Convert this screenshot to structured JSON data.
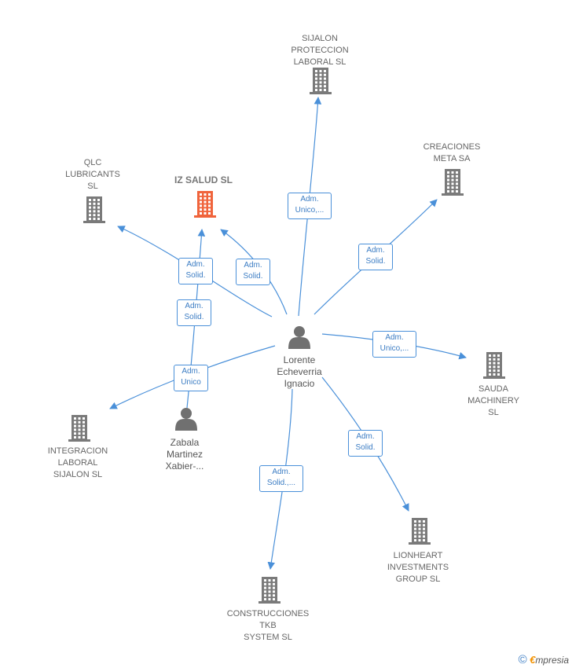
{
  "colors": {
    "edge": "#4a90d9",
    "company": "#7a7a7a",
    "main_company": "#f0643c",
    "person": "#707070"
  },
  "companies": [
    {
      "id": "sijalon-proteccion",
      "label": "SIJALON\nPROTECCION\nLABORAL  SL",
      "icon": "building-icon",
      "main": false
    },
    {
      "id": "creaciones-meta",
      "label": "CREACIONES\nMETA SA",
      "icon": "building-icon",
      "main": false
    },
    {
      "id": "qlc-lubricants",
      "label": "QLC\nLUBRICANTS\nSL",
      "icon": "building-icon",
      "main": false
    },
    {
      "id": "iz-salud",
      "label": "IZ SALUD  SL",
      "icon": "building-icon",
      "main": true
    },
    {
      "id": "sauda-machinery",
      "label": "SAUDA\nMACHINERY\nSL",
      "icon": "building-icon",
      "main": false
    },
    {
      "id": "integracion-laboral",
      "label": "INTEGRACION\nLABORAL\nSIJALON  SL",
      "icon": "building-icon",
      "main": false
    },
    {
      "id": "lionheart-investments",
      "label": "LIONHEART\nINVESTMENTS\nGROUP  SL",
      "icon": "building-icon",
      "main": false
    },
    {
      "id": "construcciones-tkb",
      "label": "CONSTRUCCIONES\nTKB\nSYSTEM  SL",
      "icon": "building-icon",
      "main": false
    }
  ],
  "persons": [
    {
      "id": "lorente",
      "label": "Lorente\nEcheverria\nIgnacio",
      "icon": "person-icon"
    },
    {
      "id": "zabala",
      "label": "Zabala\nMartinez\nXabier-...",
      "icon": "person-icon"
    }
  ],
  "edges": [
    {
      "from": "lorente",
      "to": "sijalon-proteccion",
      "label": "Adm.\nUnico,..."
    },
    {
      "from": "lorente",
      "to": "creaciones-meta",
      "label": "Adm.\nSolid."
    },
    {
      "from": "lorente",
      "to": "qlc-lubricants",
      "label": "Adm.\nSolid."
    },
    {
      "from": "lorente",
      "to": "iz-salud",
      "label": "Adm.\nSolid."
    },
    {
      "from": "zabala",
      "to": "iz-salud",
      "label": "Adm.\nSolid."
    },
    {
      "from": "lorente",
      "to": "sauda-machinery",
      "label": "Adm.\nUnico,..."
    },
    {
      "from": "lorente",
      "to": "integracion-laboral",
      "label": "Adm.\nUnico"
    },
    {
      "from": "lorente",
      "to": "lionheart-investments",
      "label": "Adm.\nSolid."
    },
    {
      "from": "lorente",
      "to": "construcciones-tkb",
      "label": "Adm.\nSolid.,..."
    }
  ],
  "footer": {
    "copyright": "©",
    "brand_initial": "€",
    "brand_rest": "mpresia"
  }
}
